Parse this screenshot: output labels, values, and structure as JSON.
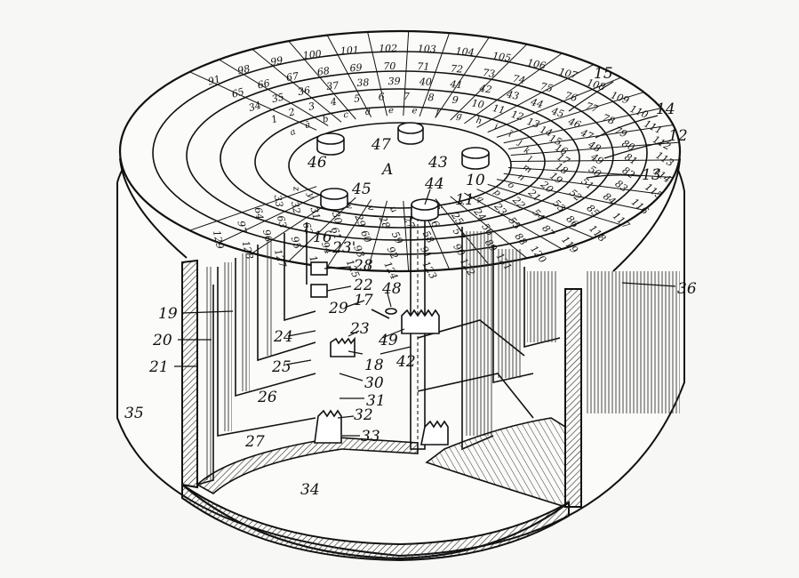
{
  "figure": {
    "center_letter": "A",
    "ring_outer": [
      "91",
      "98",
      "99",
      "100",
      "101",
      "102",
      "103",
      "104",
      "105",
      "106",
      "107",
      "108",
      "109",
      "110",
      "111",
      "112",
      "113",
      "114",
      "115",
      "116",
      "117",
      "118",
      "119",
      "120",
      "121",
      "122",
      "123",
      "124",
      "125",
      "126",
      "127",
      "128",
      "129"
    ],
    "ring_2": [
      "65",
      "66",
      "67",
      "68",
      "69",
      "70",
      "71",
      "72",
      "73",
      "74",
      "75",
      "76",
      "77",
      "78",
      "79",
      "80",
      "81",
      "82",
      "83",
      "84",
      "85",
      "86",
      "87",
      "88",
      "89",
      "90",
      "91",
      "92",
      "93",
      "94",
      "95",
      "96",
      "97"
    ],
    "ring_3": [
      "34",
      "35",
      "36",
      "37",
      "38",
      "39",
      "40",
      "41",
      "42",
      "43",
      "44",
      "45",
      "46",
      "47",
      "48",
      "49",
      "50",
      "51",
      "52",
      "53",
      "54",
      "55",
      "56",
      "57",
      "58",
      "59",
      "60",
      "61",
      "62",
      "63",
      "64"
    ],
    "ring_4": [
      "1",
      "2",
      "3",
      "4",
      "5",
      "6",
      "7",
      "8",
      "9",
      "10",
      "11",
      "12",
      "13",
      "14",
      "15",
      "16",
      "17",
      "18",
      "19",
      "20",
      "21",
      "22",
      "23",
      "24",
      "25",
      "26",
      "27",
      "28",
      "29",
      "30",
      "31",
      "32",
      "33"
    ],
    "ring_5": [
      "a",
      "ā",
      "b",
      "c",
      "d",
      "e",
      "ē",
      "f",
      "g",
      "h",
      "i",
      "ī",
      "j",
      "k",
      "l",
      "m",
      "n",
      "o",
      "p",
      "q",
      "r",
      "s",
      "t",
      "u",
      "v",
      "w",
      "x",
      "y",
      "z"
    ],
    "labels": {
      "n10": "10",
      "n11": "11",
      "n12": "12",
      "n13": "13",
      "n14": "14",
      "n15": "15",
      "n16": "16",
      "n17": "17",
      "n18": "18",
      "n19": "19",
      "n20": "20",
      "n21": "21",
      "n22": "22",
      "n23": "23",
      "n23p": "23'",
      "n24": "24",
      "n25": "25",
      "n26": "26",
      "n27": "27",
      "n28": "28",
      "n29": "29",
      "n30": "30",
      "n31": "31",
      "n32": "32",
      "n33": "33",
      "n34": "34",
      "n35": "35",
      "n36": "36",
      "n42": "42",
      "n43": "43",
      "n44": "44",
      "n45": "45",
      "n46": "46",
      "n47": "47",
      "n48": "48",
      "n49": "49"
    }
  }
}
